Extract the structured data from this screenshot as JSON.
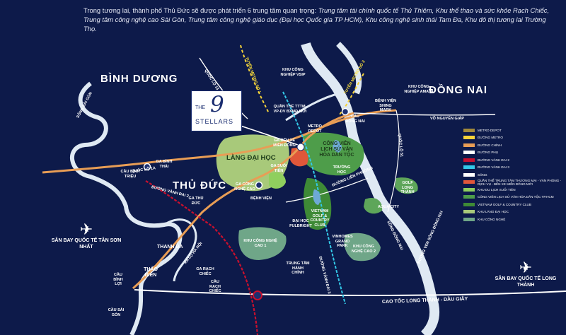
{
  "intro": {
    "part1": "Trong tương lai, thành phố Thủ Đức sẽ được phát triển 6 trung tâm quan trọng: ",
    "part2": "Trung tâm tài chính quốc tế Thủ Thiêm, Khu thể thao và sức khỏe Rạch Chiếc, Trung tâm công nghệ cao Sài Gòn, Trung tâm công nghệ giáo dục (Đại học Quốc gia TP HCM), Khu công nghệ sinh thái Tam Đa, Khu đô thị tương lai Trường Thọ."
  },
  "regions": {
    "binh_duong": "BÌNH DƯƠNG",
    "dong_nai": "ĐỒNG NAI",
    "thu_duc": "THỦ ĐỨC"
  },
  "project": {
    "the": "THE",
    "nine": "9",
    "name": "STELLARS"
  },
  "airports": {
    "tan_son_nhat": "SÂN BAY QUỐC TẾ TÂN SƠN NHẤT",
    "long_thanh": "SÂN BAY QUỐC TẾ LONG THÀNH"
  },
  "areas": {
    "lang_dai_hoc": "LÀNG ĐẠI HỌC",
    "cong_vien": "CÔNG VIÊN LỊCH SỬ VĂN HÓA DÂN TỘC",
    "vietnam_golf": "VIETNAM GOLF & COUNTRY CLUB",
    "khu_cong_nghe_cao_1": "KHU CÔNG NGHỆ CAO 1",
    "khu_cong_nghe_cao_2": "KHU CÔNG NGHỆ CAO 2"
  },
  "places": {
    "quan_the": "QUẦN THỂ TTTM-VP-DV BXMĐ MỚI",
    "ga_ben_xe": "GA BẾN XE MIỀN ĐÔNG",
    "ga_suoi_tien": "GA SUỐI TIÊN",
    "ga_cong_nghe_cao": "GA CÔNG NGHỆ CAO",
    "ga_rach_chiec": "GA RẠCH CHIẾC",
    "ga_thu_duc": "GA THỦ ĐỨC",
    "ga_binh_thai": "GA BÌNH THÁI",
    "metro_depot": "METRO DEPOT",
    "kcn_vsip": "KHU CÔNG NGHIỆP VSIP",
    "kcn_amata": "KHU CÔNG NGHIỆP AMATA",
    "benh_vien_shing_mark": "BỆNH VIỆN SHING MARK",
    "benh_vien": "BỆNH VIỆN",
    "truong_hoc": "TRƯỜNG HỌC",
    "dai_hoc_fulbright": "ĐẠI HỌC FULBRIGHT",
    "vinhomes": "VINHOMES GRAND PARK",
    "trung_tam_hanh_chinh": "TRUNG TÂM HÀNH CHÍNH",
    "golf_long_thanh": "GOLF LONG THÀNH",
    "aqua_city": "AQUA CITY",
    "thanh_da": "THANH ĐA",
    "thao_dien": "THẢO ĐIỀN",
    "cau_binh_loi": "CẦU BÌNH LỢI",
    "cau_dong_nai": "CẦU ĐỒNG NAI",
    "cau_rach_chiec": "CẦU RẠCH CHIẾC",
    "cau_sai_gon": "CẦU SÀI GÒN",
    "cau_binh_trieu": "CẦU BÌNH TRIỆU"
  },
  "roads": {
    "quoc_lo_1a": "QUỐC LỘ 1A",
    "quoc_lo_13": "QUỐC LỘ 13",
    "xa_lo_ha_noi": "XA LỘ HÀ NỘI",
    "vanh_dai_2": "ĐƯỜNG VÀNH ĐAI 2",
    "vanh_dai_3": "ĐƯỜNG VÀNH ĐAI 3",
    "cao_toc": "CAO TỐC LONG THÀNH - DẦU GIÂY",
    "song_sai_gon": "SÔNG SÀI GÒN",
    "song_dong_nai": "SÔNG ĐỒNG NAI",
    "vo_nguyen_giap": "VÕ NGUYÊN GIÁP",
    "tuyen_metro_so_1": "TUYẾN METRO SỐ 1",
    "tuyen_metro_so_3": "TUYẾN METRO SỐ 3",
    "hanh_lang_ven_song": "ĐƯỜNG VEN SÔNG ĐỒNG NAI",
    "quoc_lo_51": "QUỐC LỘ 51",
    "duong_lien_phuong": "ĐƯỜNG LIÊN PHƯỜNG"
  },
  "legend": [
    {
      "label": "METRO DEPOT",
      "color": "#a38a3a"
    },
    {
      "label": "ĐƯỜNG METRO",
      "color": "#f5d23a"
    },
    {
      "label": "ĐƯỜNG CHÍNH",
      "color": "#e89d55"
    },
    {
      "label": "ĐƯỜNG PHỤ",
      "color": "#ffffff"
    },
    {
      "label": "ĐƯỜNG VÀNH ĐAI 2",
      "color": "#c8102e"
    },
    {
      "label": "ĐƯỜNG VÀNH ĐAI 3",
      "color": "#33c9e8"
    },
    {
      "label": "SÔNG",
      "color": "#ffffff"
    },
    {
      "label": "QUẦN THỂ TRUNG TÂM THƯƠNG MẠI - VĂN PHÒNG - DỊCH VỤ - BẾN XE MIỀN ĐÔNG MỚI",
      "color": "#e0573a"
    },
    {
      "label": "KHU DU LỊCH SUỐI TIÊN",
      "color": "#8fcf5e"
    },
    {
      "label": "CÔNG VIÊN LỊCH SỬ VĂN HÓA DÂN TỘC TP.HCM",
      "color": "#4e9d4a"
    },
    {
      "label": "VIETNAM GOLF & COUNTRY CLUB",
      "color": "#3e8a36"
    },
    {
      "label": "KHU LÀNG ĐẠI HỌC",
      "color": "#a8c97a"
    },
    {
      "label": "KHU CÔNG NGHỆ",
      "color": "#6fa688"
    }
  ]
}
